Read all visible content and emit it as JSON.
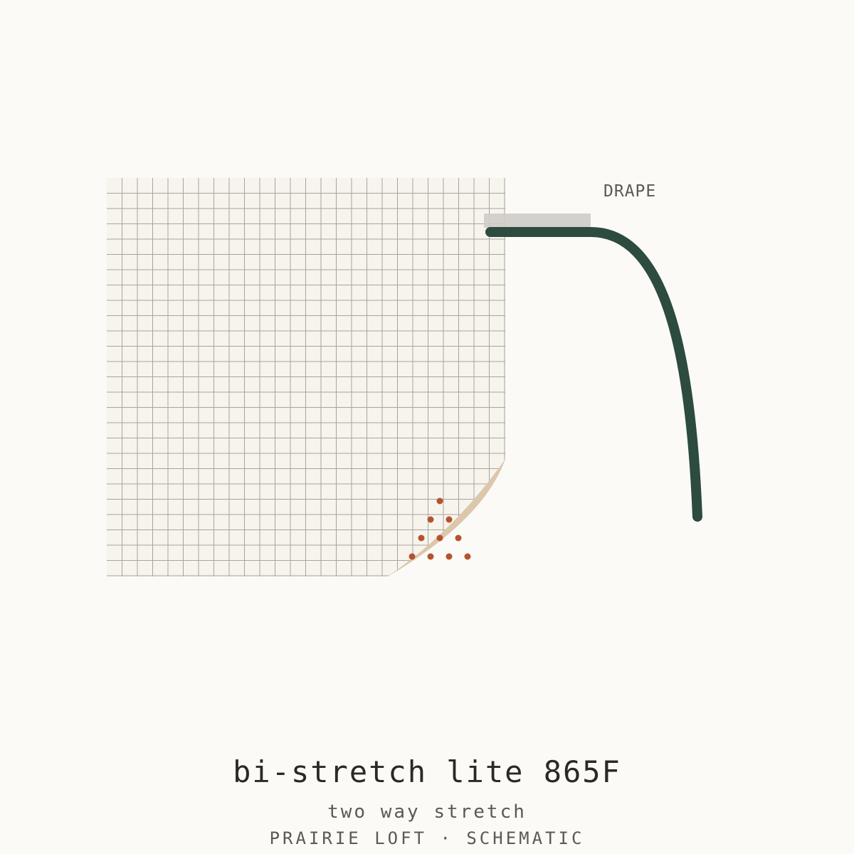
{
  "drape_label": "DRAPE",
  "title": "bi-stretch lite 865F",
  "subtitle": "two way stretch",
  "brand_line": "PRAIRIE LOFT · SCHEMATIC",
  "colors": {
    "background": "#fbfaf7",
    "fabric": "#f7f4ee",
    "grid": "#a8a49c",
    "curl": "#dcc7ac",
    "dots": "#b5532f",
    "drape_line": "#2d4b3f",
    "clip": "#cfccc6",
    "text_dark": "#2c2824",
    "text_muted": "#5f5850"
  }
}
